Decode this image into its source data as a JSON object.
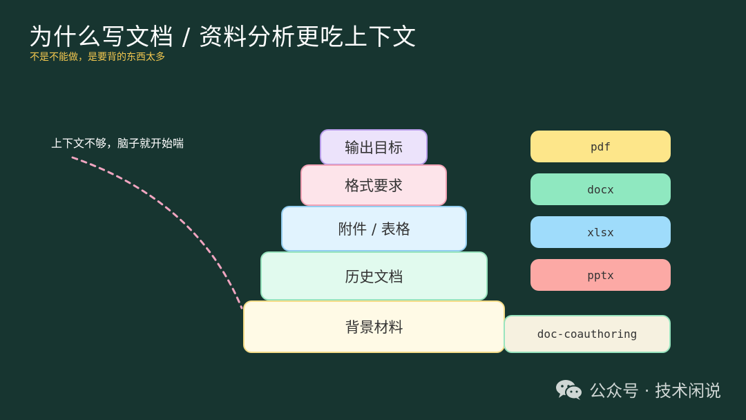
{
  "header": {
    "title": "为什么写文档 / 资料分析更吃上下文",
    "subtitle": "不是不能做，是要背的东西太多"
  },
  "annotation": {
    "text": "上下文不够，脑子就开始喘"
  },
  "pyramid": {
    "layers": [
      {
        "label": "输出目标"
      },
      {
        "label": "格式要求"
      },
      {
        "label": "附件 / 表格"
      },
      {
        "label": "历史文档"
      },
      {
        "label": "背景材料"
      }
    ]
  },
  "tags": [
    {
      "label": "pdf"
    },
    {
      "label": "docx"
    },
    {
      "label": "xlsx"
    },
    {
      "label": "pptx"
    },
    {
      "label": "doc-coauthoring"
    }
  ],
  "footer": {
    "text": "公众号 · 技术闲说",
    "icon": "wechat-icon"
  },
  "colors": {
    "background": "#173530",
    "title": "#ffffff",
    "subtitle": "#f2c74f",
    "curve": "#f0a5c0"
  }
}
